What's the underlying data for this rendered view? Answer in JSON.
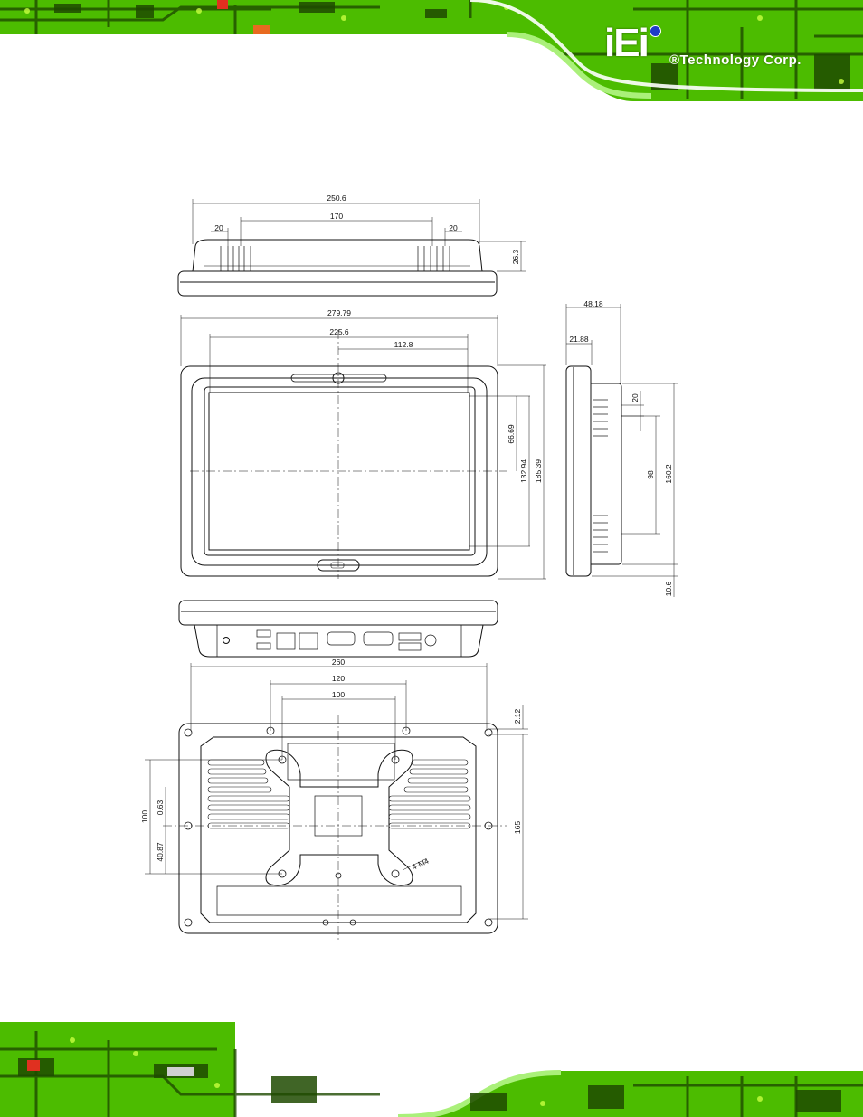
{
  "brand": {
    "logo_text": "iEi",
    "company": "®Technology Corp."
  },
  "colors": {
    "pcb_green": "#5fd000",
    "pcb_dark": "#1e4a00",
    "line": "#111111"
  },
  "dimensions": {
    "top_view": {
      "width": "250.6",
      "vents_span": "170",
      "vent_left": "20",
      "vent_right": "20",
      "depth": "26.3"
    },
    "front_view": {
      "width": "279.79",
      "screen_width": "225.6",
      "half_width": "112.8",
      "half_screen_h": "66.69",
      "screen_h": "132.94",
      "height": "185.39"
    },
    "side_view": {
      "depth": "48.18",
      "front_depth": "21.88",
      "vent_h": "20",
      "mount_span": "98",
      "body_h": "160.2",
      "bottom_offset": "10.6"
    },
    "back_view": {
      "width": "260",
      "vesa_outer": "120",
      "vesa_inner": "100",
      "top_offset": "2.12",
      "height": "165",
      "left_100": "100",
      "left_063": "0.63",
      "left_4087": "40.87",
      "screw_label": "4-M4"
    }
  }
}
